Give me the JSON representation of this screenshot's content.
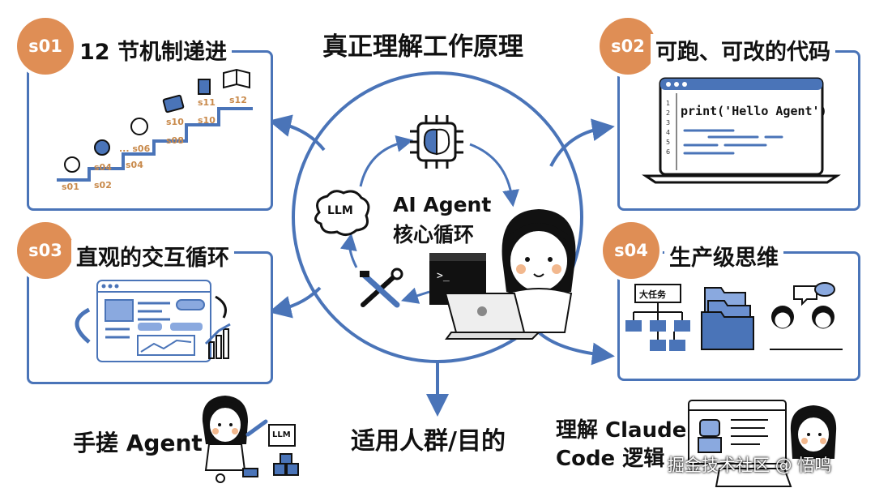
{
  "title": "真正理解工作原理",
  "center": {
    "line1": "AI Agent",
    "line2": "核心循环",
    "llm": "LLM"
  },
  "s01": {
    "badge": "s01",
    "title": "12 节机制递进",
    "steps": [
      "s01",
      "s02",
      "s04",
      "s04",
      "... s06",
      "s08",
      "s10",
      "s10",
      "s11",
      "s12"
    ]
  },
  "s02": {
    "badge": "s02",
    "title": "可跑、可改的代码",
    "code": "print('Hello Agent')",
    "line_numbers": [
      "1",
      "2",
      "3",
      "4",
      "5",
      "6"
    ]
  },
  "s03": {
    "badge": "s03",
    "title": "直观的交互循环"
  },
  "s04": {
    "badge": "s04",
    "title": "生产级思维",
    "task": "大任务"
  },
  "bottom": {
    "left": "手搓 Agent",
    "middle": "适用人群/目的",
    "right_line1": "理解 Claude",
    "right_line2": "Code 逻辑",
    "chip": "LLM"
  },
  "watermark": "掘金技术社区 @ 悟鸣",
  "colors": {
    "accent": "#4a74b8",
    "badge": "#df8e55",
    "step": "#c8894a"
  }
}
